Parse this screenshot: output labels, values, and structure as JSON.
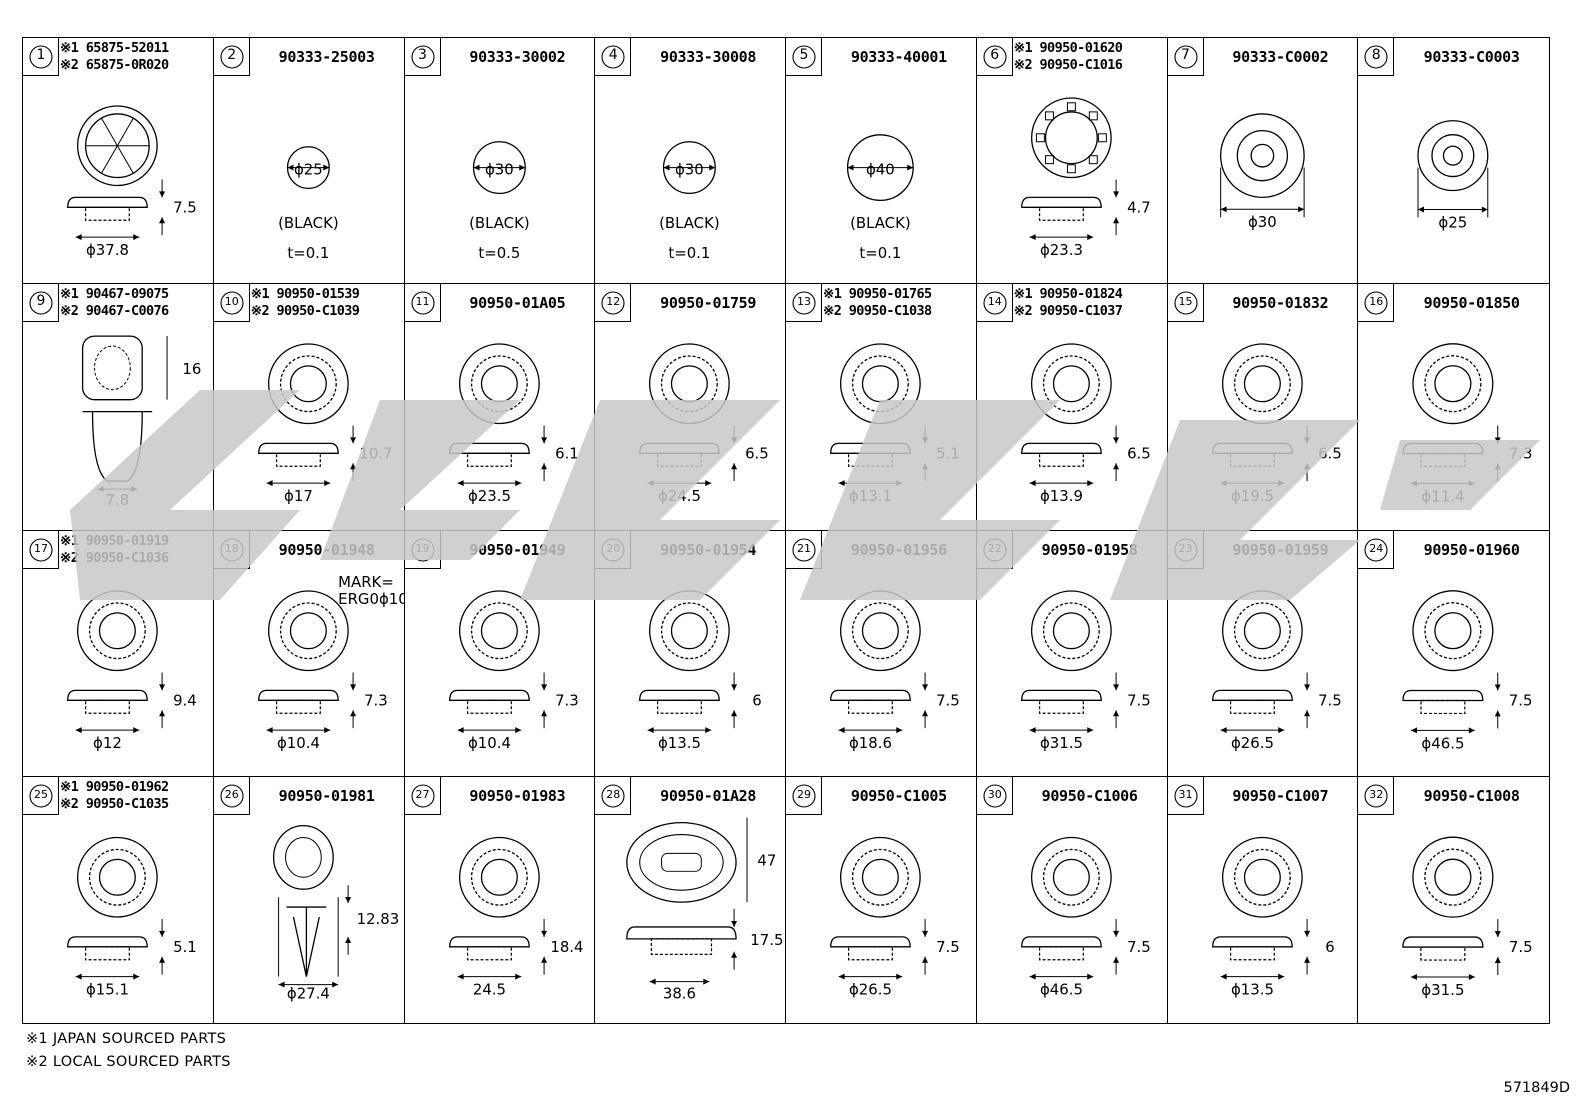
{
  "parts": [
    {
      "num": "1",
      "variants": [
        {
          "mark": "※1",
          "pn": "65875-52011"
        },
        {
          "mark": "※2",
          "pn": "65875-0R020"
        }
      ],
      "dims": [
        "7.5",
        "ϕ37.8"
      ],
      "shape": "spoke"
    },
    {
      "num": "2",
      "pn": "90333-25003",
      "dims": [
        "ϕ25",
        "(BLACK)",
        "t=0.1"
      ],
      "shape": "disc",
      "r": 21
    },
    {
      "num": "3",
      "pn": "90333-30002",
      "dims": [
        "ϕ30",
        "(BLACK)",
        "t=0.5"
      ],
      "shape": "disc",
      "r": 26
    },
    {
      "num": "4",
      "pn": "90333-30008",
      "dims": [
        "ϕ30",
        "(BLACK)",
        "t=0.1"
      ],
      "shape": "disc",
      "r": 26
    },
    {
      "num": "5",
      "pn": "90333-40001",
      "dims": [
        "ϕ40",
        "(BLACK)",
        "t=0.1"
      ],
      "shape": "disc",
      "r": 33
    },
    {
      "num": "6",
      "variants": [
        {
          "mark": "※1",
          "pn": "90950-01620"
        },
        {
          "mark": "※2",
          "pn": "90950-C1016"
        }
      ],
      "dims": [
        "4.7",
        "ϕ23.3"
      ],
      "shape": "gear"
    },
    {
      "num": "7",
      "pn": "90333-C0002",
      "dims": [
        "ϕ30"
      ],
      "shape": "rings"
    },
    {
      "num": "8",
      "pn": "90333-C0003",
      "dims": [
        "ϕ25"
      ],
      "shape": "ringsSmall"
    },
    {
      "num": "9",
      "variants": [
        {
          "mark": "※1",
          "pn": "90467-09075"
        },
        {
          "mark": "※2",
          "pn": "90467-C0076"
        }
      ],
      "dims": [
        "16",
        "7.8"
      ],
      "shape": "clip"
    },
    {
      "num": "10",
      "variants": [
        {
          "mark": "※1",
          "pn": "90950-01539"
        },
        {
          "mark": "※2",
          "pn": "90950-C1039"
        }
      ],
      "dims": [
        "10.7",
        "ϕ17"
      ],
      "shape": "plug"
    },
    {
      "num": "11",
      "pn": "90950-01A05",
      "dims": [
        "6.1",
        "ϕ23.5"
      ],
      "shape": "plug"
    },
    {
      "num": "12",
      "pn": "90950-01759",
      "dims": [
        "6.5",
        "ϕ24.5"
      ],
      "shape": "plug"
    },
    {
      "num": "13",
      "variants": [
        {
          "mark": "※1",
          "pn": "90950-01765"
        },
        {
          "mark": "※2",
          "pn": "90950-C1038"
        }
      ],
      "dims": [
        "5.1",
        "ϕ13.1"
      ],
      "shape": "plug"
    },
    {
      "num": "14",
      "variants": [
        {
          "mark": "※1",
          "pn": "90950-01824"
        },
        {
          "mark": "※2",
          "pn": "90950-C1037"
        }
      ],
      "dims": [
        "6.5",
        "ϕ13.9"
      ],
      "shape": "plug"
    },
    {
      "num": "15",
      "pn": "90950-01832",
      "dims": [
        "6.5",
        "ϕ19.5"
      ],
      "shape": "plug"
    },
    {
      "num": "16",
      "pn": "90950-01850",
      "dims": [
        "7.3",
        "ϕ11.4"
      ],
      "shape": "plug"
    },
    {
      "num": "17",
      "variants": [
        {
          "mark": "※1",
          "pn": "90950-01919"
        },
        {
          "mark": "※2",
          "pn": "90950-C1036"
        }
      ],
      "dims": [
        "9.4",
        "ϕ12"
      ],
      "shape": "plug"
    },
    {
      "num": "18",
      "pn": "90950-01948",
      "dims": [
        "7.3",
        "ϕ10.4",
        "MARK=",
        "ERG0ϕ10"
      ],
      "shape": "plug"
    },
    {
      "num": "19",
      "pn": "90950-01949",
      "dims": [
        "7.3",
        "ϕ10.4"
      ],
      "shape": "plug"
    },
    {
      "num": "20",
      "pn": "90950-01954",
      "dims": [
        "6",
        "ϕ13.5"
      ],
      "shape": "plug"
    },
    {
      "num": "21",
      "pn": "90950-01956",
      "dims": [
        "7.5",
        "ϕ18.6"
      ],
      "shape": "plug"
    },
    {
      "num": "22",
      "pn": "90950-01958",
      "dims": [
        "7.5",
        "ϕ31.5"
      ],
      "shape": "plug"
    },
    {
      "num": "23",
      "pn": "90950-01959",
      "dims": [
        "7.5",
        "ϕ26.5"
      ],
      "shape": "plug"
    },
    {
      "num": "24",
      "pn": "90950-01960",
      "dims": [
        "7.5",
        "ϕ46.5"
      ],
      "shape": "plug"
    },
    {
      "num": "25",
      "variants": [
        {
          "mark": "※1",
          "pn": "90950-01962"
        },
        {
          "mark": "※2",
          "pn": "90950-C1035"
        }
      ],
      "dims": [
        "5.1",
        "ϕ15.1"
      ],
      "shape": "plug"
    },
    {
      "num": "26",
      "pn": "90950-01981",
      "dims": [
        "12.83",
        "ϕ27.4"
      ],
      "shape": "push"
    },
    {
      "num": "27",
      "pn": "90950-01983",
      "dims": [
        "18.4",
        "24.5"
      ],
      "shape": "plug"
    },
    {
      "num": "28",
      "pn": "90950-01A28",
      "dims": [
        "47",
        "17.5",
        "38.6"
      ],
      "shape": "oval"
    },
    {
      "num": "29",
      "pn": "90950-C1005",
      "dims": [
        "7.5",
        "ϕ26.5"
      ],
      "shape": "plug"
    },
    {
      "num": "30",
      "pn": "90950-C1006",
      "dims": [
        "7.5",
        "ϕ46.5"
      ],
      "shape": "plug"
    },
    {
      "num": "31",
      "pn": "90950-C1007",
      "dims": [
        "6",
        "ϕ13.5"
      ],
      "shape": "plug"
    },
    {
      "num": "32",
      "pn": "90950-C1008",
      "dims": [
        "7.5",
        "ϕ31.5"
      ],
      "shape": "plug"
    }
  ],
  "footnotes": {
    "note1": "※1 JAPAN SOURCED PARTS",
    "note2": "※2 LOCAL SOURCED PARTS"
  },
  "diagram_code": "571849D",
  "watermark_color": "#c8c8c8"
}
